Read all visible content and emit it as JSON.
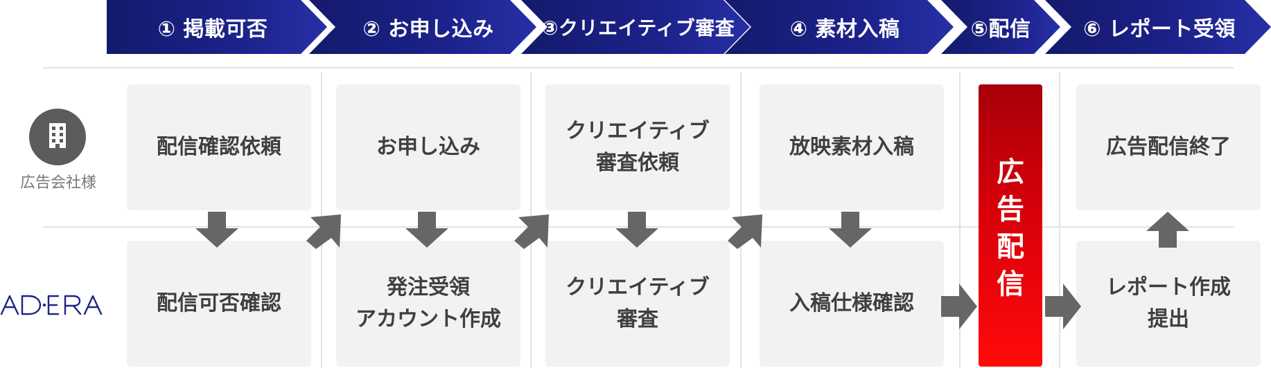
{
  "steps": [
    {
      "label": "① 掲載可否"
    },
    {
      "label": "② お申し込み"
    },
    {
      "label": "③クリエイティブ審査"
    },
    {
      "label": "④ 素材入稿"
    },
    {
      "label": "⑤配信"
    },
    {
      "label": "⑥ レポート受領"
    }
  ],
  "client": {
    "label": "広告会社様",
    "icon": "building-icon"
  },
  "vendor": {
    "logo_text": "AD·ERA"
  },
  "client_row": [
    {
      "text": "配信確認依頼"
    },
    {
      "text": "お申し込み"
    },
    {
      "text": "クリエイティブ\n審査依頼"
    },
    {
      "text": "放映素材入稿"
    },
    {
      "text": "広告配信終了"
    }
  ],
  "vendor_row": [
    {
      "text": "配信可否確認"
    },
    {
      "text": "発注受領\nアカウント作成"
    },
    {
      "text": "クリエイティブ\n審査"
    },
    {
      "text": "入稿仕様確認"
    },
    {
      "text": "レポート作成\n提出"
    }
  ],
  "delivery": {
    "text": "広\n告\n配\n信"
  },
  "colors": {
    "step_bar": "#1c228a",
    "box_bg": "#f2f2f2",
    "arrow": "#666666",
    "delivery": "#e0000a"
  }
}
